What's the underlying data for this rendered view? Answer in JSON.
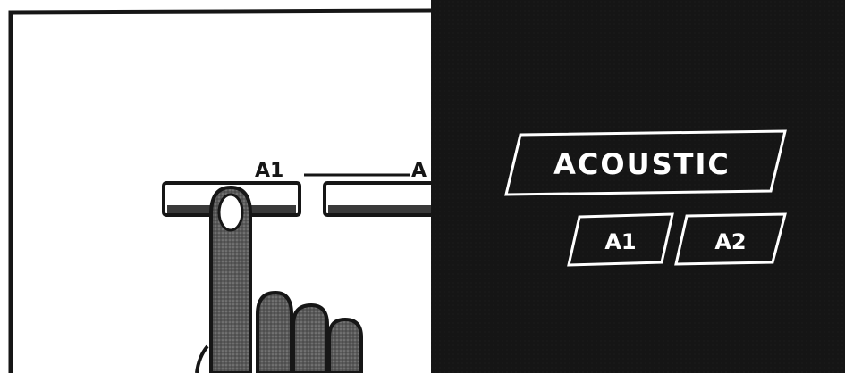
{
  "left_panel": {
    "button_labels": [
      "A1",
      "A"
    ]
  },
  "right_panel": {
    "title_label": "ACOUSTIC",
    "indicator_labels": [
      "A1",
      "A2"
    ]
  },
  "colors": {
    "ink": "#161616",
    "panel_dark": "#151515",
    "paper": "#ffffff",
    "hand": "#555555"
  },
  "icons": [
    "pointing-hand-icon"
  ]
}
